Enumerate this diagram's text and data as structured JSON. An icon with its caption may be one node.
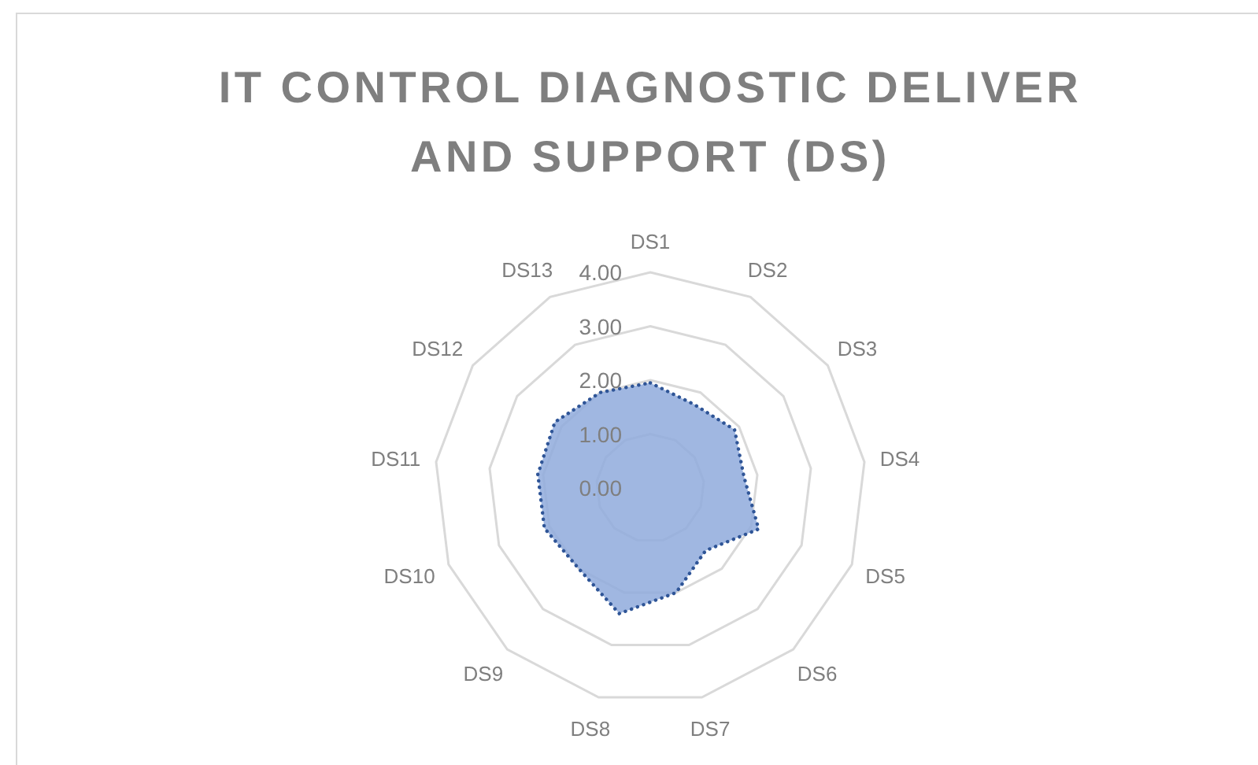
{
  "diagram": {
    "title": "IT CONTROL DIAGNOSTIC DELIVER AND SUPPORT (DS)",
    "labels": [
      "DS1",
      "DS2",
      "DS3",
      "DS4",
      "DS5",
      "DS6",
      "DS7",
      "DS8",
      "DS9",
      "DS10",
      "DS11",
      "DS12",
      "DS13",
      "4.00",
      "3.00",
      "2.00",
      "1.00",
      "0.00"
    ]
  }
}
